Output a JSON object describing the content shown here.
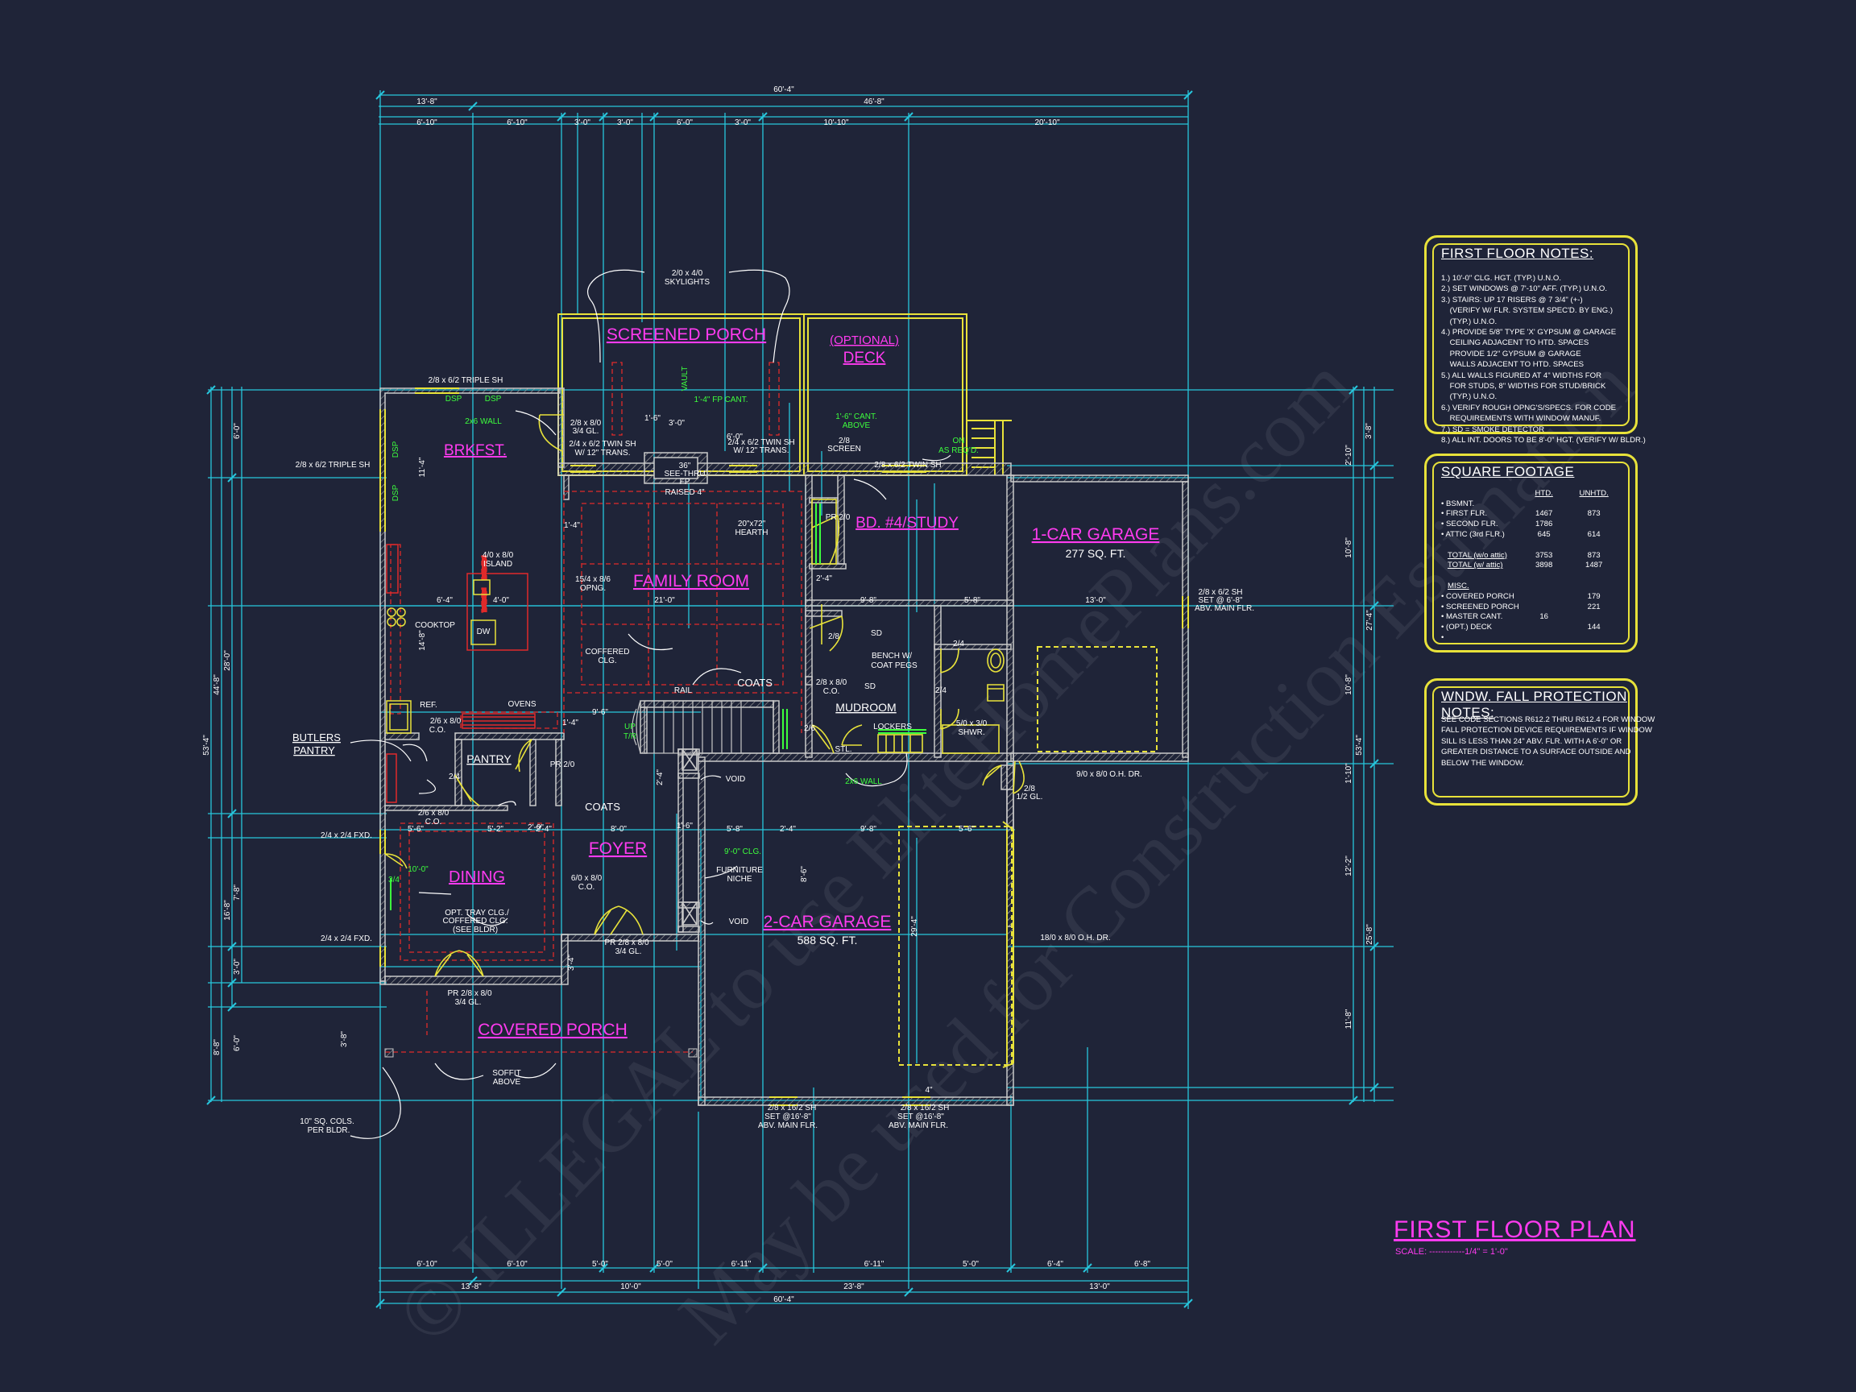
{
  "watermarks": [
    "© ILLEGAL to use EliteHomePlans.com",
    "May be used for Construction Estimation"
  ],
  "colors": {
    "background": "#1f2438",
    "dimension": "#27c6dc",
    "wall": "#c9c9c9",
    "room_label": "#ff3bf0",
    "green_note": "#3dff3d",
    "red_hidden": "#e02a2a",
    "yellow": "#e8e23a",
    "text": "#ffffff"
  },
  "title": {
    "main": "FIRST FLOOR PLAN",
    "scale": "SCALE: ------------1/4\" = 1'-0\""
  },
  "top_dims": {
    "overall": "60'-4\"",
    "row2": [
      "13'-8\"",
      "46'-8\""
    ],
    "row3": [
      "6'-10\"",
      "6'-10\"",
      "3'-0\"",
      "3'-0\"",
      "6'-0\"",
      "3'-0\"",
      "10'-10\"",
      "20'-10\""
    ]
  },
  "bottom_dims": {
    "row1": [
      "6'-10\"",
      "6'-10\"",
      "5'-0\"",
      "5'-0\"",
      "6'-11\"",
      "6'-11\"",
      "5'-0\"",
      "6'-4\"",
      "6'-8\""
    ],
    "row2": [
      "13'-8\"",
      "10'-0\"",
      "23'-8\"",
      "13'-0\""
    ],
    "overall": "60'-4\""
  },
  "left_dims": {
    "outer": "53'-4\"",
    "mid": [
      "44'-8\"",
      "8'-8\""
    ],
    "mid2": [
      "28'-0\"",
      "16'-8\""
    ],
    "inner": [
      "6'-0\"",
      "11'-4\"",
      "14'-8\"",
      "7'-8\"",
      "3'-0\"",
      "6'-0\""
    ]
  },
  "right_dims": {
    "outer": "53'-4\"",
    "mid": [
      "27'-4\"",
      "25'-8\""
    ],
    "inner": [
      "3'-8\"",
      "2'-10\"",
      "10'-8\"",
      "10'-8\"",
      "1'-10\"",
      "12'-2\"",
      "11'-8\""
    ]
  },
  "rooms": {
    "screened_porch": "SCREENED PORCH",
    "optional": "(OPTIONAL)",
    "deck": "DECK",
    "brkfst": "BRKFST.",
    "bd4": "BD. #4/STUDY",
    "garage1": "1-CAR GARAGE",
    "garage1_sqft": "277 SQ. FT.",
    "family": "FAMILY ROOM",
    "mudroom": "MUDROOM",
    "pantry": "PANTRY",
    "foyer": "FOYER",
    "dining": "DINING",
    "garage2": "2-CAR GARAGE",
    "garage2_sqft": "588 SQ. FT.",
    "covered_porch": "COVERED PORCH"
  },
  "callouts": {
    "skylights": [
      "2/0 x 4/0",
      "SKYLIGHTS"
    ],
    "triple_sh_top": "2/8 x 6/2 TRIPLE SH",
    "triple_sh_left": "2/8 x 6/2 TRIPLE SH",
    "dsp": "DSP",
    "wall_2x6": "2x6 WALL",
    "door_2_8_8_0": [
      "2/8 x 8/0",
      "3/4 GL."
    ],
    "twin_sh_left": [
      "2/4 x 6/2 TWIN SH",
      "W/ 12\" TRANS."
    ],
    "twin_sh_right": [
      "2/4 x 6/2 TWIN SH",
      "W/ 12\" TRANS."
    ],
    "see_thru": [
      "36\"",
      "SEE-THRU",
      "FP",
      "RAISED 4\""
    ],
    "vault": "VAULT",
    "cant_14": "1'-4\" FP CANT.",
    "cant_16": [
      "1'-6\" CANT.",
      "ABOVE"
    ],
    "screen_door": [
      "2/8",
      "SCREEN"
    ],
    "on_as_reqd": [
      "ON",
      "AS REQ'D."
    ],
    "twin_sh_bd": "2/8 x 6/2 TWIN SH",
    "hearth": [
      "20\"x72\"",
      "HEARTH"
    ],
    "island": [
      "4/0 x 8/0",
      "ISLAND"
    ],
    "dw": "DW",
    "cooktop": "COOKTOP",
    "opng": [
      "15/4 x 8/6",
      "OPNG."
    ],
    "coffered": [
      "COFFERED",
      "CLG."
    ],
    "pr_2_0_bd": "PR 2/0",
    "dim_2_4": "2'-4\"",
    "dim_9_8": "9'-8\"",
    "dim_5_8": "5'-8\"",
    "dim_13_0": "13'-0\"",
    "garage1_window": [
      "2/8 x 6/2 SH",
      "SET @ 6'-8\"",
      "ABV. MAIN FLR."
    ],
    "sd1": "SD",
    "sd2": "SD",
    "bench": [
      "BENCH W/",
      "COAT PEGS"
    ],
    "door_2_8": "2/8",
    "door_2_4a": "2/4",
    "door_2_4b": "2/4",
    "door_2_6": "2/6",
    "stl": "STL.",
    "lockers": "LOCKERS",
    "shwr": [
      "5/0 x 3/0",
      "SHWR."
    ],
    "mud_door": [
      "2/8 x 8/0",
      "C.O."
    ],
    "coats_fam": "COATS",
    "rail": "RAIL",
    "up": [
      "UP",
      "T/R"
    ],
    "ref": "REF.",
    "ovens": "OVENS",
    "co_butler": [
      "2/6 x 8/0",
      "C.O."
    ],
    "butlers": [
      "BUTLERS",
      "PANTRY"
    ],
    "pantry_24": "2/4",
    "pr_20": "PR 2/0",
    "coats_foyer": "COATS",
    "void1": "VOID",
    "void2": "VOID",
    "wall_2x6_mud": "2x6 WALL",
    "oh_9_8": "9/0 x 8/0 O.H. DR.",
    "door_2_8_half": [
      "2/8",
      "1/2 GL."
    ],
    "co_dining": [
      "2/6 x 8/0",
      "C.O."
    ],
    "fxd1": "2/4 x 2/4 FXD.",
    "fxd2": "2/4 x 2/4 FXD.",
    "clg_9": "9'-0\" CLG.",
    "furniture": [
      "FURNITURE",
      "NICHE"
    ],
    "co_foyer": [
      "6/0 x 8/0",
      "C.O."
    ],
    "tray": [
      "OPT. TRAY CLG./",
      "COFFERED CLG.",
      "(SEE BLDR)"
    ],
    "dim_10_0": "10'-0\"",
    "dim_3_4": "3/4",
    "pr_foyer": [
      "PR 2/8 x 8/0",
      "3/4 GL."
    ],
    "pr_dining": [
      "PR 2/8 x 8/0",
      "3/4 GL."
    ],
    "oh_18": "18/0 x 8/0 O.H. DR.",
    "soffit": [
      "SOFFIT",
      "ABOVE"
    ],
    "cols": [
      "10\" SQ. COLS.",
      "PER BLDR."
    ],
    "sh_g1": [
      "2/8 x 16/2 SH",
      "SET @16'-8\"",
      "ABV. MAIN FLR."
    ],
    "sh_g2": [
      "2/8 x 16/2 SH",
      "SET @16'-8\"",
      "ABV. MAIN FLR."
    ],
    "dim_29_4": "29'-4\"",
    "dims_row_a": [
      "5'-2\"",
      "2'-4\""
    ],
    "dims_row_b": [
      "5'-6\"",
      "8'-0\""
    ],
    "dims_row_c": [
      "5'-8\"",
      "2'-4\"",
      "9'-8\"",
      "5'-6\""
    ],
    "dims_small": [
      "6'-4\"",
      "4'-0\"",
      "1'-4\"",
      "3'-0\"",
      "1'-6\"",
      "21'-0\"",
      "9'-6\"",
      "6'-0\"",
      "2'-4\"",
      "1'-6\"",
      "2'-0\"",
      "1'-4\"",
      "8'-6\"",
      "4\"",
      "3'-4\"",
      "3'-8\""
    ]
  },
  "first_floor_notes": {
    "title": "FIRST FLOOR NOTES:",
    "lines": [
      "1.) 10'-0\" CLG. HGT. (TYP.) U.N.O.",
      "2.) SET WINDOWS @ 7'-10\" AFF. (TYP.) U.N.O.",
      "3.) STAIRS: UP 17 RISERS @ 7 3/4\" (+-)",
      "    (VERIFY W/ FLR. SYSTEM SPEC'D. BY ENG.)",
      "    (TYP.) U.N.O.",
      "4.) PROVIDE 5/8\" TYPE 'X' GYPSUM @ GARAGE",
      "    CEILING ADJACENT TO HTD. SPACES",
      "    PROVIDE 1/2\" GYPSUM @ GARAGE",
      "    WALLS ADJACENT TO HTD. SPACES",
      "5.) ALL WALLS FIGURED AT 4\" WIDTHS FOR",
      "    FOR STUDS, 8\" WIDTHS FOR STUD/BRICK",
      "    (TYP.) U.N.O.",
      "6.) VERIFY ROUGH OPNG'S/SPECS. FOR CODE",
      "    REQUIREMENTS WITH WINDOW MANUF.",
      "7.) SD = SMOKE DETECTOR",
      "8.) ALL INT. DOORS TO BE 8'-0\" HGT. (VERIFY W/ BLDR.)"
    ]
  },
  "square_footage": {
    "title": "SQUARE FOOTAGE",
    "headers": [
      "",
      "HTD.",
      "UNHTD."
    ],
    "rows": [
      [
        "• BSMNT.",
        "",
        ""
      ],
      [
        "• FIRST FLR.",
        "1467",
        "873"
      ],
      [
        "• SECOND FLR.",
        "1786",
        ""
      ],
      [
        "• ATTIC (3rd FLR.)",
        "645",
        "614"
      ],
      [
        "",
        "",
        ""
      ],
      [
        "TOTAL (w/o attic)",
        "3753",
        "873"
      ],
      [
        "TOTAL (w/ attic)",
        "3898",
        "1487"
      ],
      [
        "",
        "",
        ""
      ],
      [
        "MISC.",
        "",
        ""
      ],
      [
        "• COVERED PORCH",
        "",
        "179"
      ],
      [
        "• SCREENED PORCH",
        "",
        "221"
      ],
      [
        "• MASTER CANT.",
        "16",
        ""
      ],
      [
        "• (OPT.) DECK",
        "",
        "144"
      ],
      [
        "•",
        "",
        ""
      ]
    ]
  },
  "fall_notes": {
    "title": "WNDW. FALL PROTECTION NOTES:",
    "lines": [
      "SEE CODE SECTIONS R612.2 THRU R612.4 FOR WINDOW",
      "FALL PROTECTION DEVICE REQUIREMENTS IF WINDOW",
      "SILL IS LESS THAN 24\" ABV. FLR. WITH A 6'-0\" OR",
      "GREATER DISTANCE TO A SURFACE OUTSIDE AND",
      "BELOW THE WINDOW."
    ]
  }
}
